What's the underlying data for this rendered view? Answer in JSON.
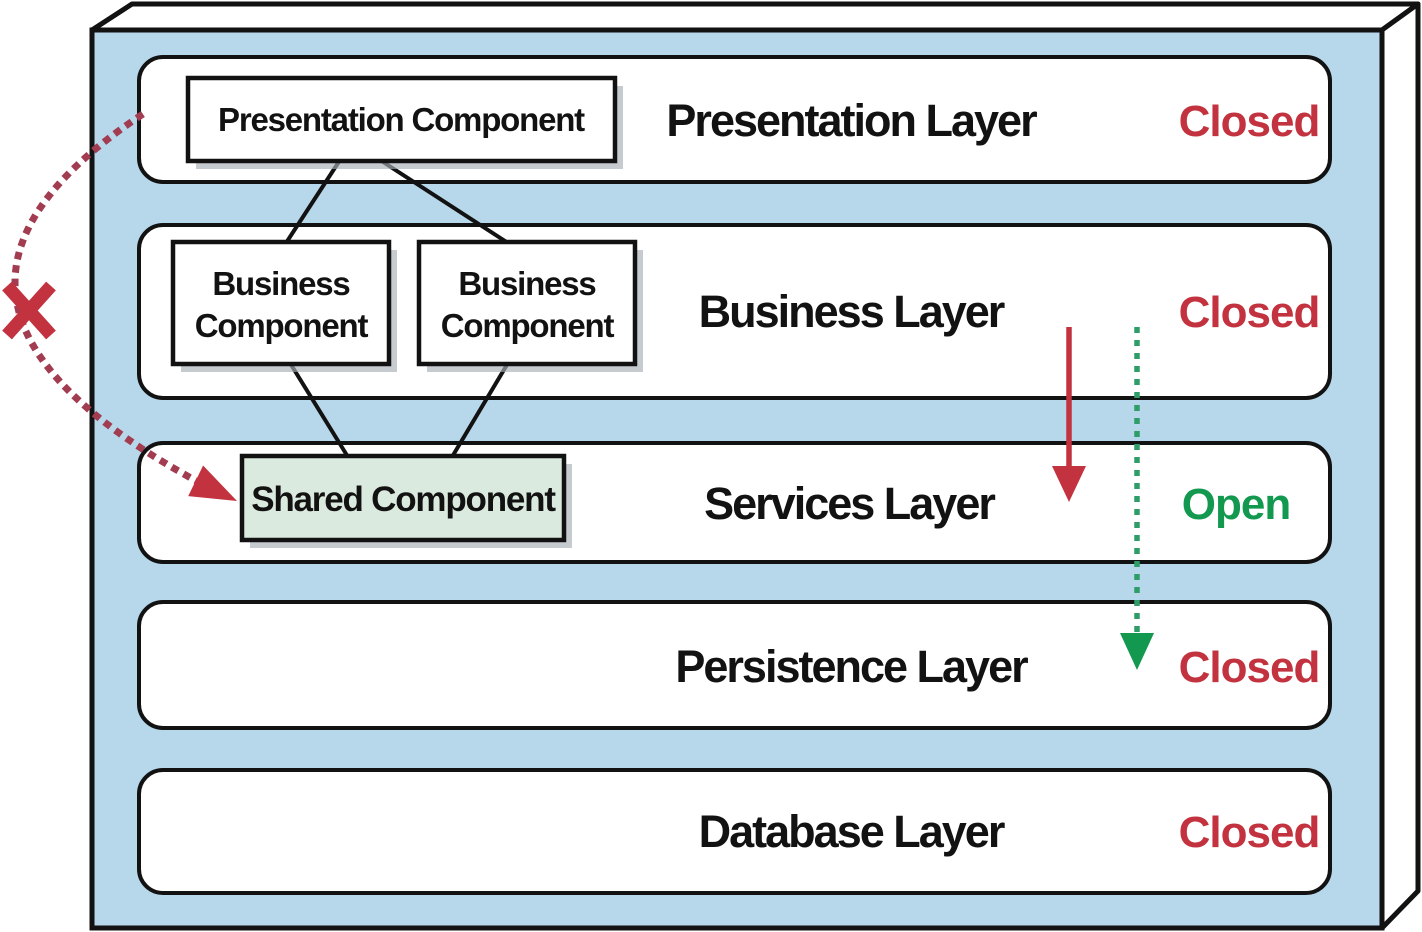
{
  "layers": [
    {
      "name": "Presentation Layer",
      "status": "Closed",
      "status_color": "#c2333f"
    },
    {
      "name": "Business Layer",
      "status": "Closed",
      "status_color": "#c2333f"
    },
    {
      "name": "Services Layer",
      "status": "Open",
      "status_color": "#12994f"
    },
    {
      "name": "Persistence Layer",
      "status": "Closed",
      "status_color": "#c2333f"
    },
    {
      "name": "Database Layer",
      "status": "Closed",
      "status_color": "#c2333f"
    }
  ],
  "components": {
    "presentation": {
      "label": "Presentation Component"
    },
    "business": {
      "line1": "Business",
      "line2": "Component"
    },
    "shared": {
      "label": "Shared Component"
    }
  },
  "icons": {
    "blocked_x": "blocked-request-x",
    "violation_arrow": "dotted-violation-arrow",
    "closed_flow_arrow": "solid-red-flow-arrow",
    "open_flow_arrow": "dotted-green-flow-arrow"
  },
  "colors": {
    "container_fill": "#b7d7ea",
    "container_side_fill": "#ffffff",
    "layer_fill": "#ffffff",
    "shared_component_fill": "#dbeade",
    "outline": "#121212",
    "closed_red": "#c2333f",
    "open_green": "#12994f",
    "violation_maroon": "#a23c50",
    "green_dotted": "#2f9d68",
    "shadow_gray": "#a7afb6"
  }
}
